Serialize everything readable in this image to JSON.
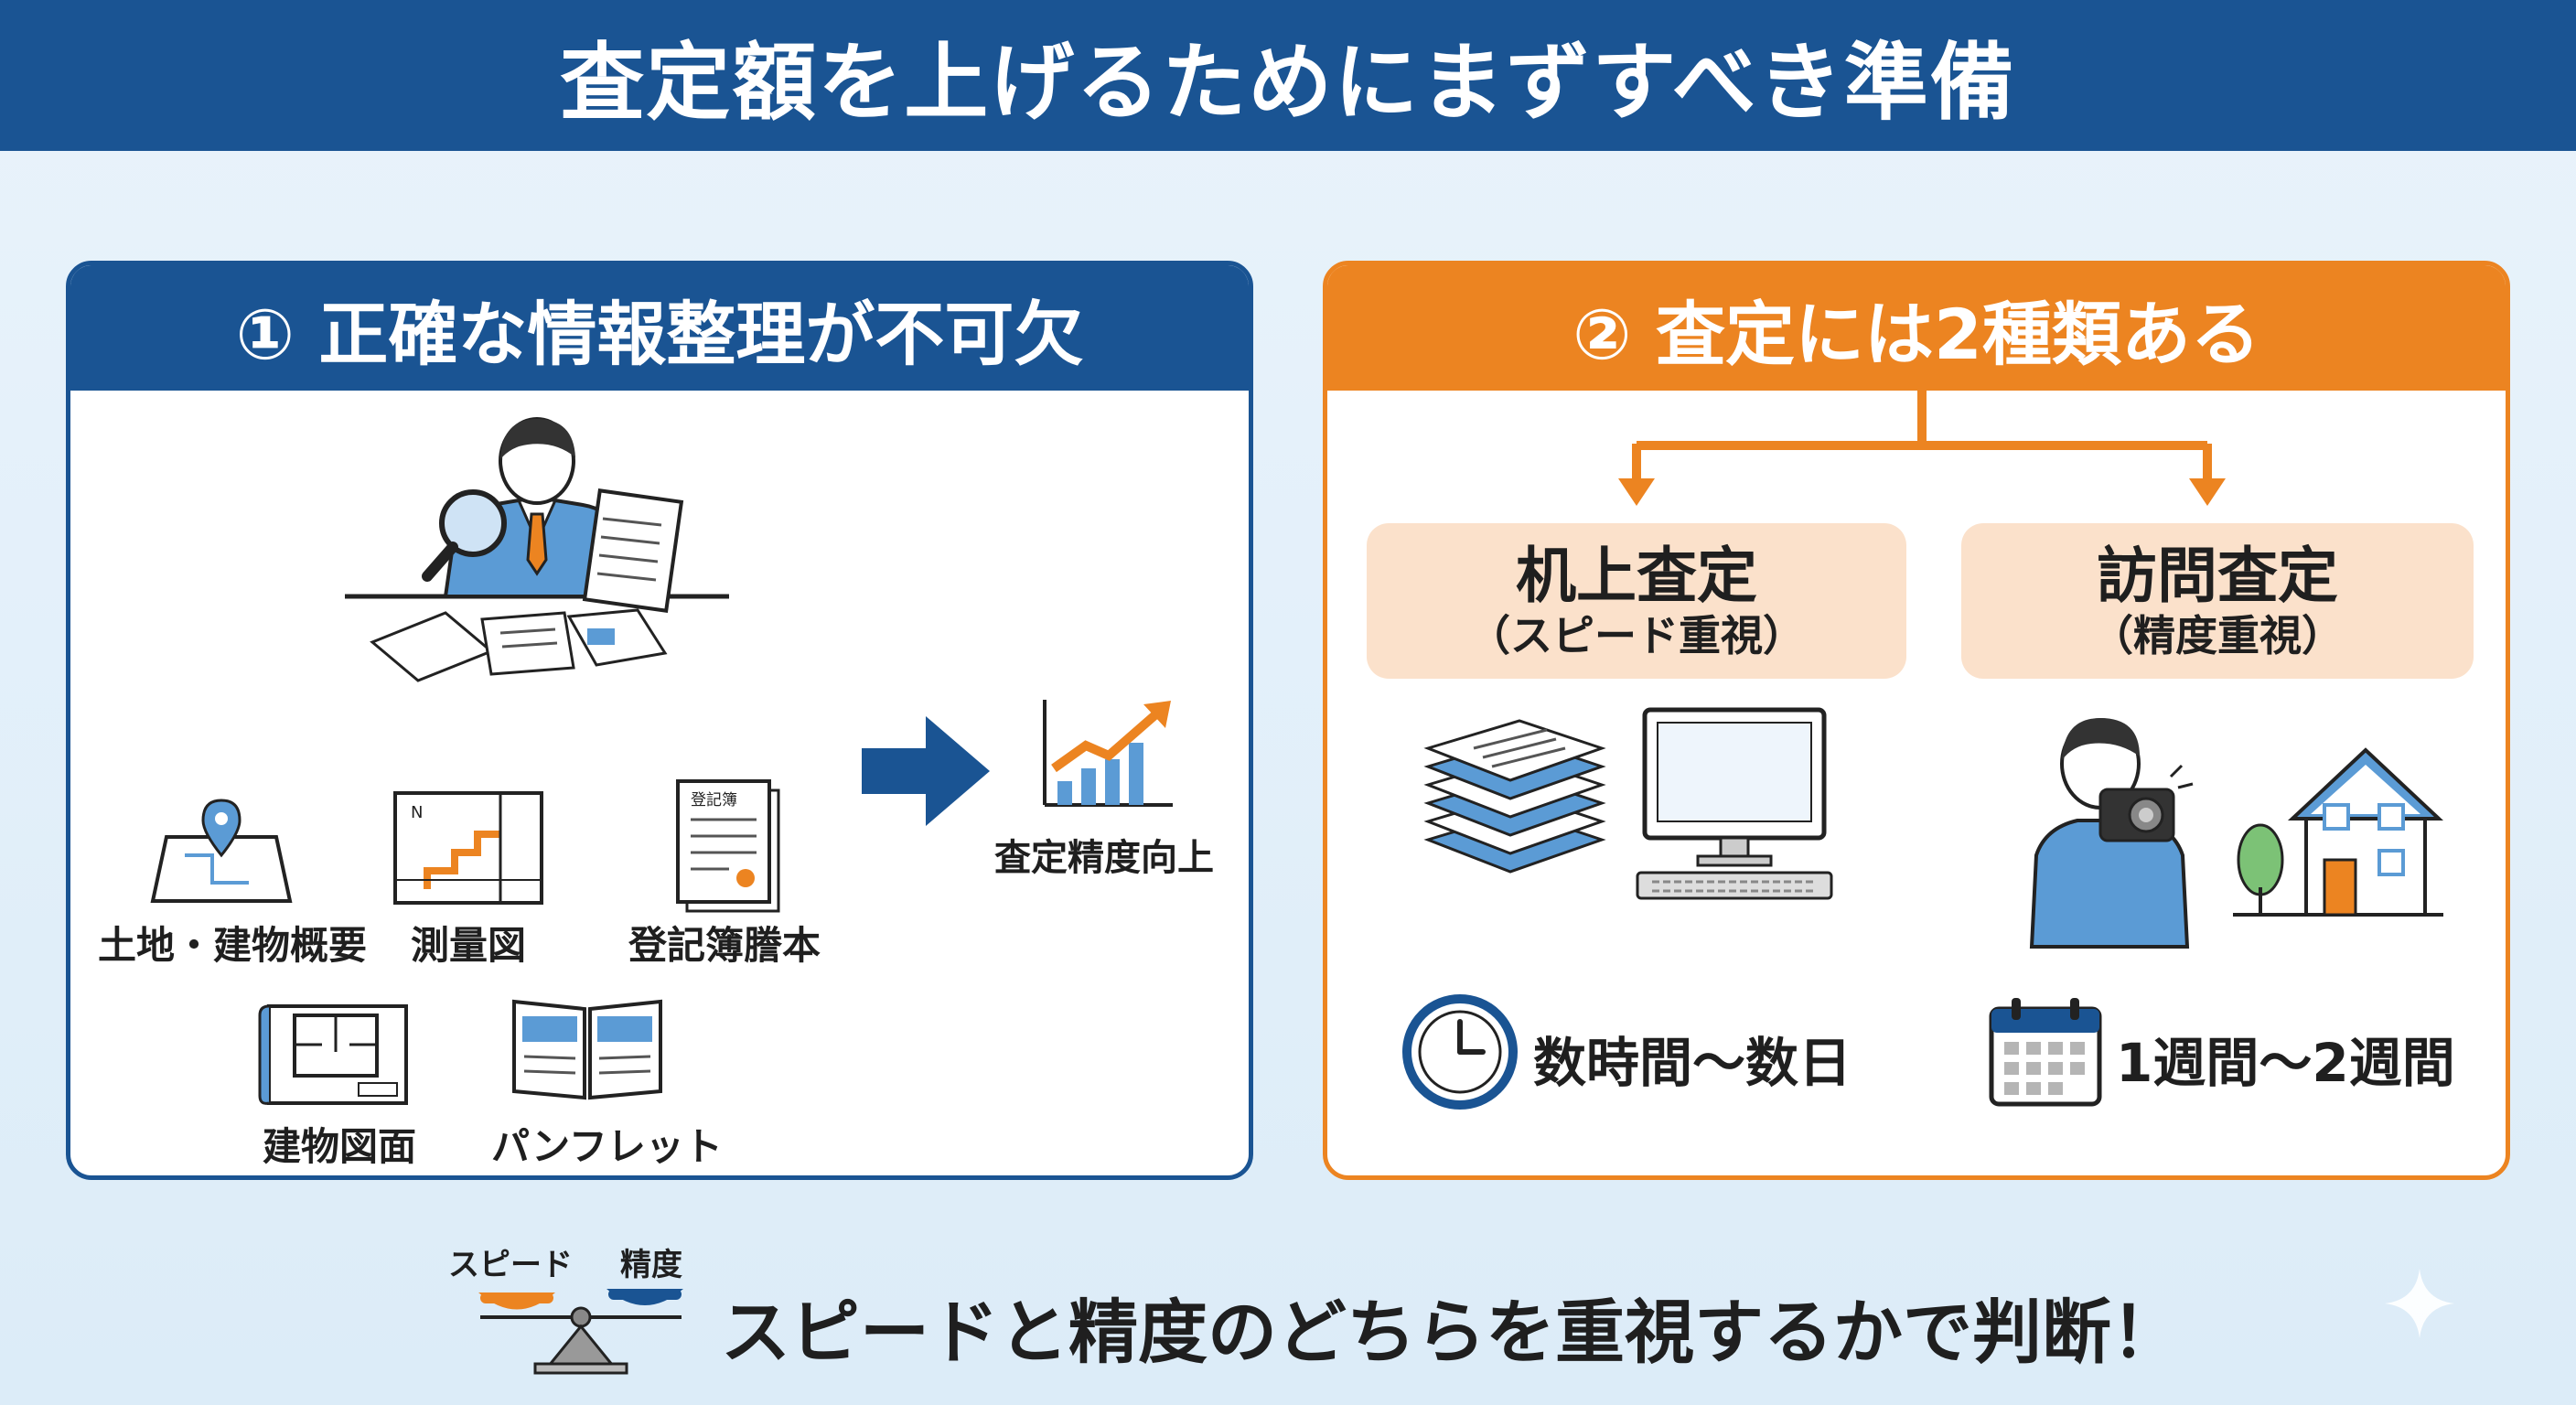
{
  "header": {
    "title": "査定額を上げるためにまずすべき準備"
  },
  "panel1": {
    "title": "① 正確な情報整理が不可欠",
    "documents": [
      {
        "label": "土地・建物概要",
        "icon": "land-map-icon"
      },
      {
        "label": "測量図",
        "icon": "survey-map-icon"
      },
      {
        "label": "登記簿謄本",
        "icon": "registry-document-icon"
      },
      {
        "label": "建物図面",
        "icon": "floor-plan-icon"
      },
      {
        "label": "パンフレット",
        "icon": "pamphlet-icon"
      }
    ],
    "doc_stamp": "登記簿",
    "result": {
      "label": "査定精度向上",
      "icon": "growth-chart-icon"
    }
  },
  "panel2": {
    "title": "② 査定には2種類ある",
    "types": [
      {
        "title": "机上査定",
        "subtitle": "（スピード重視）",
        "duration": "数時間〜数日",
        "duration_icon": "clock-icon"
      },
      {
        "title": "訪問査定",
        "subtitle": "（精度重視）",
        "duration": "1週間〜2週間",
        "duration_icon": "calendar-icon"
      }
    ]
  },
  "footer": {
    "scale_left": "スピード",
    "scale_right": "精度",
    "message": "スピードと精度のどちらを重視するかで判断！"
  },
  "colors": {
    "navy": "#1a5493",
    "orange": "#ec8421",
    "peach": "#fbe1cb",
    "light_blue": "#5b9bd5"
  }
}
